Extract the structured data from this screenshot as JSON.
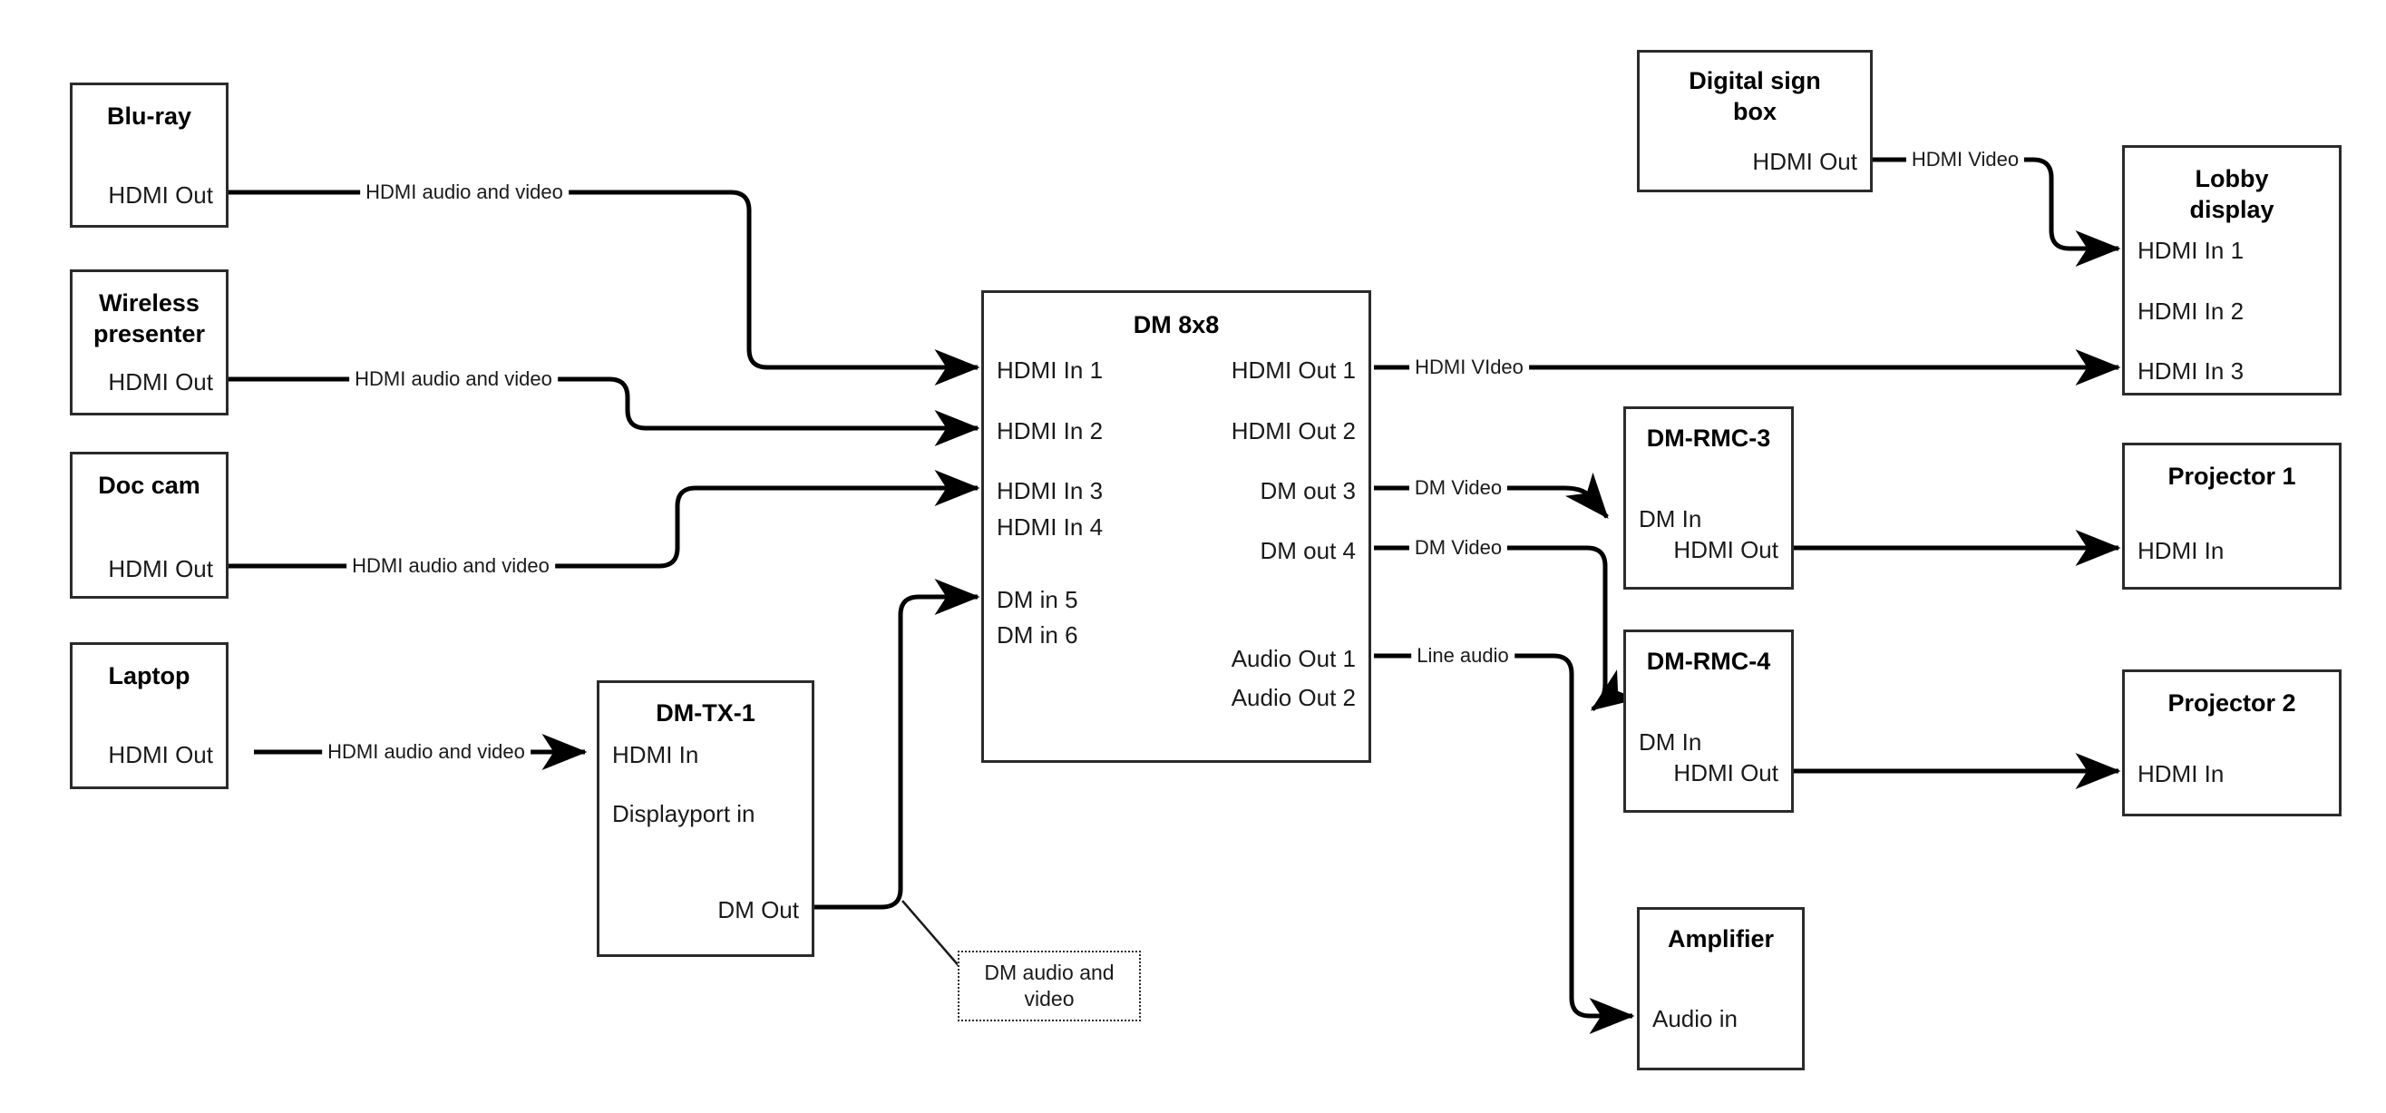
{
  "diagram": {
    "type": "av-signal-flow",
    "nodes": [
      {
        "id": "bluray",
        "title": "Blu-ray",
        "ports": [
          {
            "label": "HDMI Out",
            "side": "right"
          }
        ]
      },
      {
        "id": "wireless",
        "title": "Wireless presenter",
        "ports": [
          {
            "label": "HDMI Out",
            "side": "right"
          }
        ]
      },
      {
        "id": "doccam",
        "title": "Doc cam",
        "ports": [
          {
            "label": "HDMI Out",
            "side": "right"
          }
        ]
      },
      {
        "id": "laptop",
        "title": "Laptop",
        "ports": [
          {
            "label": "HDMI Out",
            "side": "right"
          }
        ]
      },
      {
        "id": "dmtx1",
        "title": "DM-TX-1",
        "ports": [
          {
            "label": "HDMI In",
            "side": "left"
          },
          {
            "label": "Displayport in",
            "side": "left"
          },
          {
            "label": "DM Out",
            "side": "right"
          }
        ]
      },
      {
        "id": "dm8x8",
        "title": "DM 8x8",
        "inputs": [
          "HDMI In 1",
          "HDMI In 2",
          "HDMI In 3",
          "HDMI In 4",
          "DM in 5",
          "DM in 6"
        ],
        "outputs": [
          "HDMI Out 1",
          "HDMI Out 2",
          "DM out 3",
          "DM out 4",
          "Audio Out 1",
          "Audio Out 2"
        ]
      },
      {
        "id": "signbox",
        "title": "Digital sign box",
        "ports": [
          {
            "label": "HDMI Out",
            "side": "right"
          }
        ]
      },
      {
        "id": "lobby",
        "title": "Lobby display",
        "ports": [
          {
            "label": "HDMI In 1",
            "side": "left"
          },
          {
            "label": "HDMI In 2",
            "side": "left"
          },
          {
            "label": "HDMI In 3",
            "side": "left"
          }
        ]
      },
      {
        "id": "dmrmc3",
        "title": "DM-RMC-3",
        "ports": [
          {
            "label": "DM In",
            "side": "left"
          },
          {
            "label": "HDMI Out",
            "side": "right"
          }
        ]
      },
      {
        "id": "dmrmc4",
        "title": "DM-RMC-4",
        "ports": [
          {
            "label": "DM In",
            "side": "left"
          },
          {
            "label": "HDMI Out",
            "side": "right"
          }
        ]
      },
      {
        "id": "proj1",
        "title": "Projector 1",
        "ports": [
          {
            "label": "HDMI In",
            "side": "left"
          }
        ]
      },
      {
        "id": "proj2",
        "title": "Projector 2",
        "ports": [
          {
            "label": "HDMI In",
            "side": "left"
          }
        ]
      },
      {
        "id": "amp",
        "title": "Amplifier",
        "ports": [
          {
            "label": "Audio in",
            "side": "left"
          }
        ]
      }
    ],
    "edges": [
      {
        "id": "e1",
        "from": "bluray.HDMI Out",
        "to": "dm8x8.HDMI In 1",
        "label": "HDMI audio and video"
      },
      {
        "id": "e2",
        "from": "wireless.HDMI Out",
        "to": "dm8x8.HDMI In 2",
        "label": "HDMI audio and video"
      },
      {
        "id": "e3",
        "from": "doccam.HDMI Out",
        "to": "dm8x8.HDMI In 3",
        "label": "HDMI audio and video"
      },
      {
        "id": "e4",
        "from": "laptop.HDMI Out",
        "to": "dmtx1.HDMI In",
        "label": "HDMI audio and video"
      },
      {
        "id": "e5",
        "from": "dmtx1.DM Out",
        "to": "dm8x8.DM in 5",
        "label": "DM audio and video"
      },
      {
        "id": "e6",
        "from": "dm8x8.HDMI Out 1",
        "to": "lobby.HDMI In 3",
        "label": "HDMI VIdeo"
      },
      {
        "id": "e7",
        "from": "dm8x8.DM out 3",
        "to": "dmrmc3.DM In",
        "label": "DM Video"
      },
      {
        "id": "e8",
        "from": "dm8x8.DM out 4",
        "to": "dmrmc4.DM In",
        "label": "DM Video"
      },
      {
        "id": "e9",
        "from": "dm8x8.Audio Out 1",
        "to": "amp.Audio in",
        "label": "Line audio"
      },
      {
        "id": "e10",
        "from": "signbox.HDMI Out",
        "to": "lobby.HDMI In 1",
        "label": "HDMI Video"
      },
      {
        "id": "e11",
        "from": "dmrmc3.HDMI Out",
        "to": "proj1.HDMI In",
        "label": ""
      },
      {
        "id": "e12",
        "from": "dmrmc4.HDMI Out",
        "to": "proj2.HDMI In",
        "label": ""
      }
    ]
  },
  "labels": {
    "bluray_title": "Blu-ray",
    "bluray_hdmi_out": "HDMI Out",
    "wireless_title": "Wireless presenter",
    "wireless_hdmi_out": "HDMI Out",
    "doccam_title": "Doc cam",
    "doccam_hdmi_out": "HDMI Out",
    "laptop_title": "Laptop",
    "laptop_hdmi_out": "HDMI Out",
    "dmtx1_title": "DM-TX-1",
    "dmtx1_hdmi_in": "HDMI In",
    "dmtx1_dp_in": "Displayport in",
    "dmtx1_dm_out": "DM Out",
    "dm8x8_title": "DM 8x8",
    "dm8x8_in1": "HDMI In 1",
    "dm8x8_in2": "HDMI In 2",
    "dm8x8_in3": "HDMI In 3",
    "dm8x8_in4": "HDMI In 4",
    "dm8x8_in5": "DM in 5",
    "dm8x8_in6": "DM in 6",
    "dm8x8_out1": "HDMI Out 1",
    "dm8x8_out2": "HDMI Out 2",
    "dm8x8_out3": "DM out 3",
    "dm8x8_out4": "DM out 4",
    "dm8x8_aout1": "Audio Out 1",
    "dm8x8_aout2": "Audio Out 2",
    "signbox_title": "Digital sign box",
    "signbox_hdmi_out": "HDMI Out",
    "lobby_title": "Lobby display",
    "lobby_in1": "HDMI In 1",
    "lobby_in2": "HDMI In 2",
    "lobby_in3": "HDMI In 3",
    "dmrmc3_title": "DM-RMC-3",
    "dmrmc3_dm_in": "DM In",
    "dmrmc3_hdmi_out": "HDMI Out",
    "dmrmc4_title": "DM-RMC-4",
    "dmrmc4_dm_in": "DM In",
    "dmrmc4_hdmi_out": "HDMI Out",
    "proj1_title": "Projector 1",
    "proj1_hdmi_in": "HDMI In",
    "proj2_title": "Projector 2",
    "proj2_hdmi_in": "HDMI In",
    "amp_title": "Amplifier",
    "amp_audio_in": "Audio in",
    "edge_bluray": "HDMI audio and video",
    "edge_wireless": "HDMI audio and video",
    "edge_doccam": "HDMI audio and video",
    "edge_laptop": "HDMI audio and video",
    "edge_hdmi_video_out1": "HDMI VIdeo",
    "edge_dm_video_3": "DM Video",
    "edge_dm_video_4": "DM Video",
    "edge_line_audio": "Line audio",
    "edge_hdmi_video_sign": "HDMI Video",
    "callout_dm_av": "DM audio and video"
  },
  "colors": {
    "line": "#2b2b2b",
    "wire": "#000000",
    "text": "#1a1a1a",
    "background": "#ffffff"
  }
}
